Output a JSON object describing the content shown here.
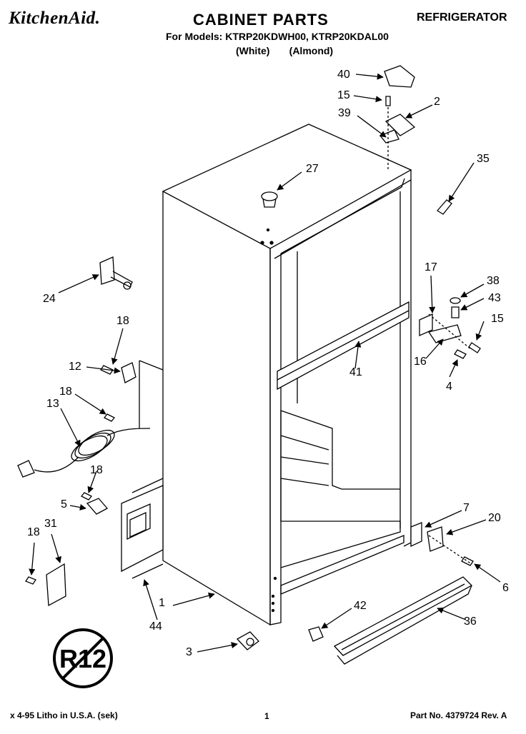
{
  "header": {
    "brand": "KitchenAid.",
    "title": "CABINET PARTS",
    "category": "REFRIGERATOR",
    "models_line": "For Models: KTRP20KDWH00, KTRP20KDAL00",
    "colors_line": "(White)       (Almond)"
  },
  "callouts": [
    {
      "id": "40",
      "text": "40"
    },
    {
      "id": "15a",
      "text": "15"
    },
    {
      "id": "2",
      "text": "2"
    },
    {
      "id": "39",
      "text": "39"
    },
    {
      "id": "27",
      "text": "27"
    },
    {
      "id": "35",
      "text": "35"
    },
    {
      "id": "24",
      "text": "24"
    },
    {
      "id": "17",
      "text": "17"
    },
    {
      "id": "38",
      "text": "38"
    },
    {
      "id": "43",
      "text": "43"
    },
    {
      "id": "15b",
      "text": "15"
    },
    {
      "id": "18a",
      "text": "18"
    },
    {
      "id": "12",
      "text": "12"
    },
    {
      "id": "41",
      "text": "41"
    },
    {
      "id": "16",
      "text": "16"
    },
    {
      "id": "4",
      "text": "4"
    },
    {
      "id": "18b",
      "text": "18"
    },
    {
      "id": "13",
      "text": "13"
    },
    {
      "id": "18c",
      "text": "18"
    },
    {
      "id": "5",
      "text": "5"
    },
    {
      "id": "7",
      "text": "7"
    },
    {
      "id": "20",
      "text": "20"
    },
    {
      "id": "18d",
      "text": "18"
    },
    {
      "id": "31",
      "text": "31"
    },
    {
      "id": "6",
      "text": "6"
    },
    {
      "id": "1",
      "text": "1"
    },
    {
      "id": "42",
      "text": "42"
    },
    {
      "id": "36",
      "text": "36"
    },
    {
      "id": "44",
      "text": "44"
    },
    {
      "id": "3",
      "text": "3"
    }
  ],
  "badge": "R12",
  "footer": {
    "left": "x 4-95 Litho in U.S.A. (sek)",
    "center": "1",
    "right": "Part No. 4379724 Rev. A"
  }
}
